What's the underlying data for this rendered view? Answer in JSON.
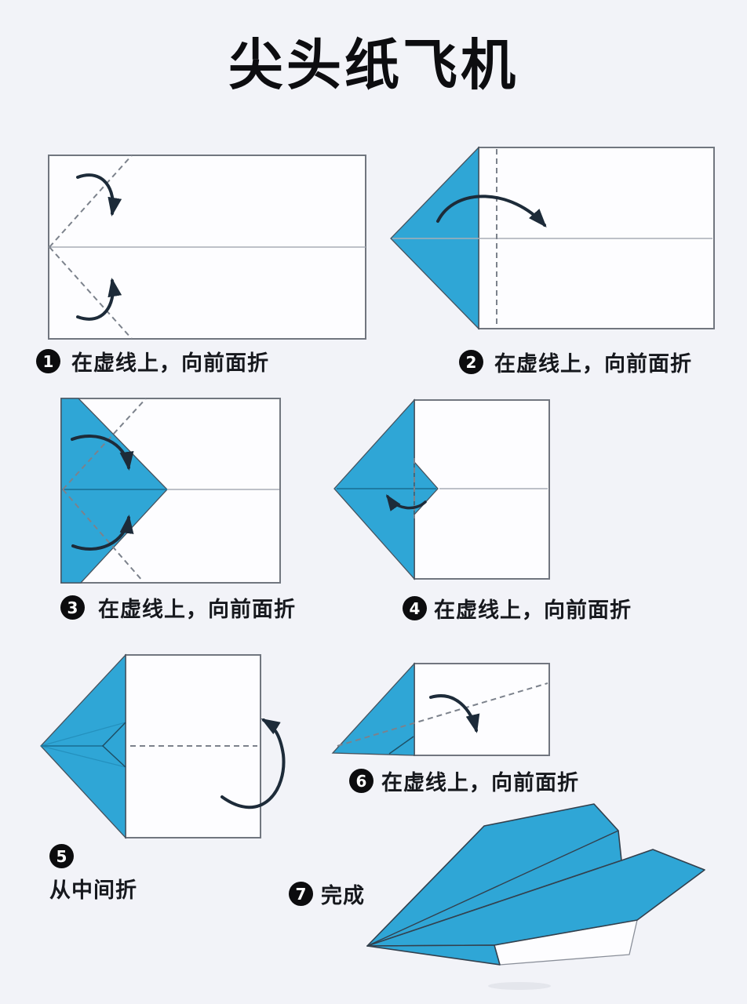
{
  "title": "尖头纸飞机",
  "steps": [
    {
      "number": "1",
      "caption": "在虚线上，向前面折"
    },
    {
      "number": "2",
      "caption": "在虚线上，向前面折"
    },
    {
      "number": "3",
      "caption": "在虚线上，向前面折"
    },
    {
      "number": "4",
      "caption": "在虚线上，向前面折"
    },
    {
      "number": "5",
      "caption": "从中间折"
    },
    {
      "number": "6",
      "caption": "在虚线上，向前面折"
    },
    {
      "number": "7",
      "caption": "完成"
    }
  ],
  "colors": {
    "background": "#f2f3f8",
    "paper_white": "#fdfdff",
    "paper_blue": "#2fa6d6",
    "paper_outline": "#71767f",
    "fold_dash": "#7c828c",
    "arrow": "#1d2b39",
    "badge": "#0c0c0e"
  }
}
